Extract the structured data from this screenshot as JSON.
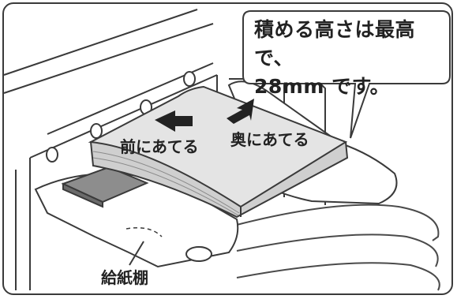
{
  "callout": {
    "line1": "積める高さは最高で、",
    "line2": "28mm です。"
  },
  "labels": {
    "push_front": "前にあてる",
    "push_back": "奥にあてる",
    "feed_tray": "給紙棚"
  },
  "icons": {
    "arrow_front": "arrow-left-icon",
    "arrow_back": "arrow-up-right-icon"
  },
  "colors": {
    "line": "#3a3a3a",
    "paper": "#d8d8d8",
    "paper_top": "#e6e6e6",
    "tray": "#ffffff",
    "guide": "#7a7a7a",
    "shadow": "#c9c9c9"
  }
}
